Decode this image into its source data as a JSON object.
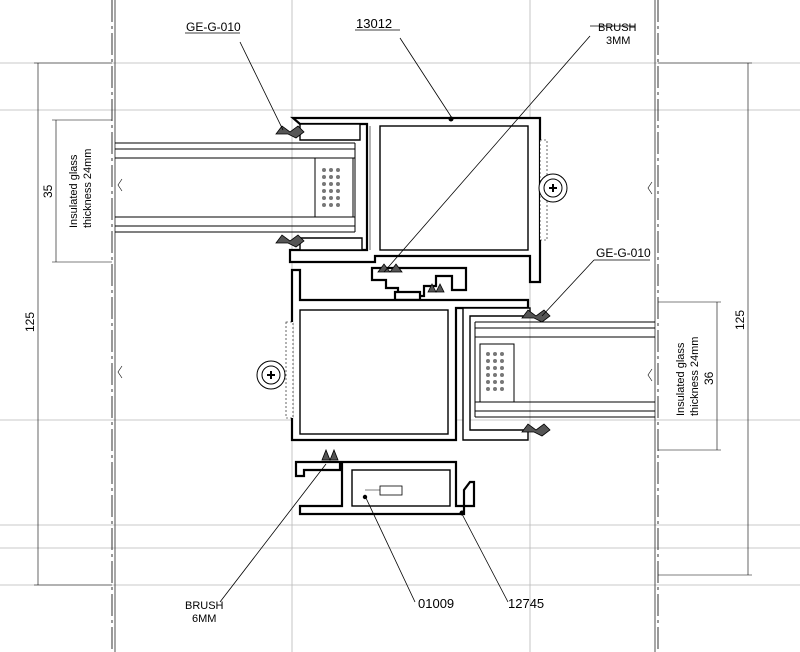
{
  "callouts": {
    "gasket_top": "GE-G-010",
    "profile_top": "13012",
    "brush_top_line1": "BRUSH",
    "brush_top_line2": "3MM",
    "gasket_right": "GE-G-010",
    "brush_bottom_line1": "BRUSH",
    "brush_bottom_line2": "6MM",
    "profile_bottom_1": "01009",
    "profile_bottom_2": "12745"
  },
  "dimensions": {
    "left_overall": "125",
    "right_overall": "125",
    "left_glass": "35",
    "right_glass": "36"
  },
  "glass_notes": {
    "left_line1": "Insulated glass",
    "left_line2": "thickness 24mm",
    "right_line1": "Insulated glass",
    "right_line2": "thickness 24mm"
  }
}
